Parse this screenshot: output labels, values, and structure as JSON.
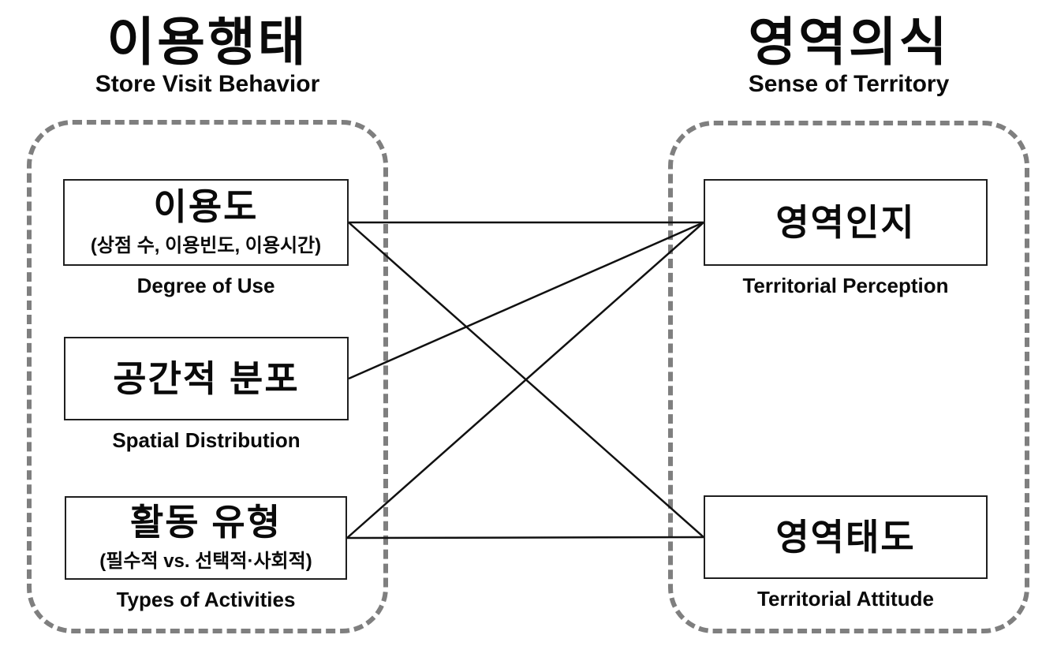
{
  "colors": {
    "background": "#ffffff",
    "text": "#0a0a0a",
    "box_border": "#1f1f1f",
    "frame_dashed_border": "#7f7f7f",
    "connector_line": "#111111"
  },
  "left_group": {
    "title_ko": "이용행태",
    "title_en": "Store Visit Behavior",
    "nodes": [
      {
        "id": "degree-of-use",
        "label_ko": "이용도",
        "detail": "(상점 수, 이용빈도, 이용시간)",
        "label_en": "Degree of Use"
      },
      {
        "id": "spatial-distribution",
        "label_ko": "공간적 분포",
        "detail": "",
        "label_en": "Spatial Distribution"
      },
      {
        "id": "types-of-activities",
        "label_ko": "활동 유형",
        "detail": "(필수적 vs. 선택적·사회적)",
        "label_en": "Types of Activities"
      }
    ]
  },
  "right_group": {
    "title_ko": "영역의식",
    "title_en": "Sense of Territory",
    "nodes": [
      {
        "id": "territorial-perception",
        "label_ko": "영역인지",
        "label_en": "Territorial Perception"
      },
      {
        "id": "territorial-attitude",
        "label_ko": "영역태도",
        "label_en": "Territorial Attitude"
      }
    ]
  },
  "connections": [
    {
      "from": "degree-of-use",
      "to": "territorial-perception"
    },
    {
      "from": "degree-of-use",
      "to": "territorial-attitude"
    },
    {
      "from": "spatial-distribution",
      "to": "territorial-perception"
    },
    {
      "from": "types-of-activities",
      "to": "territorial-perception"
    },
    {
      "from": "types-of-activities",
      "to": "territorial-attitude"
    }
  ],
  "connector_stroke_width": 2.5
}
